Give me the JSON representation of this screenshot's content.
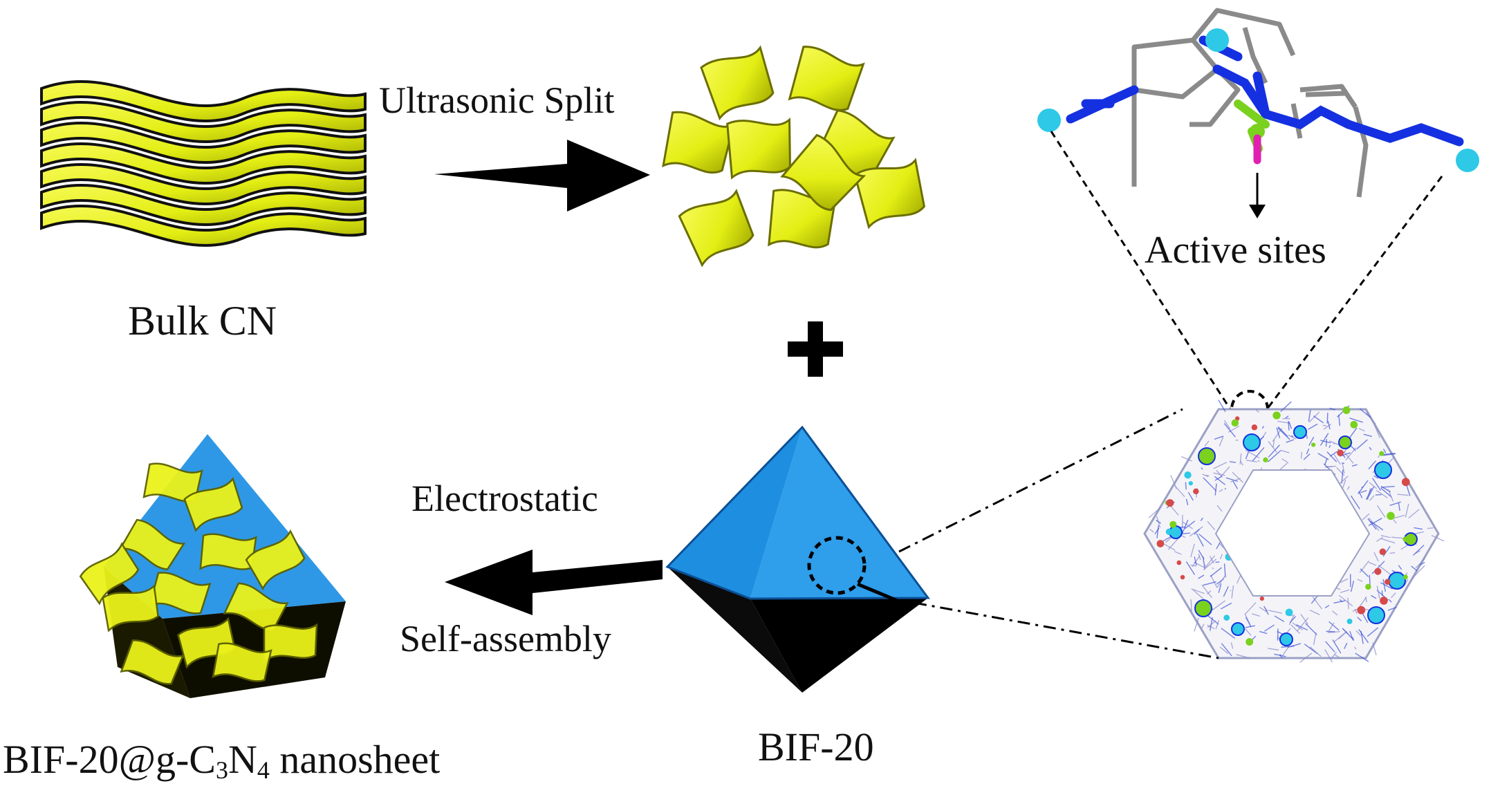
{
  "labels": {
    "bulk": "Bulk CN",
    "ultrasonic": "Ultrasonic Split",
    "active": "Active sites",
    "electro": "Electrostatic",
    "selfassembly": "Self-assembly",
    "bif20": "BIF-20",
    "composite": {
      "pre": "BIF-20@g-C",
      "sub1": "3",
      "mid": "N",
      "sub2": "4",
      "post": " nanosheet"
    }
  },
  "colors": {
    "sheet_yellow": "#EAF21A",
    "sheet_dark": "#1a1a00",
    "octa_blue": "#1E8FE0",
    "octa_blue_dark": "#1565B8",
    "arrow": "#000000",
    "atom_cyan": "#2EC9E6",
    "atom_blue": "#1530E0",
    "atom_green": "#7AD11E",
    "atom_magenta": "#E020B0",
    "bond_gray": "#8A8A8A"
  },
  "icons": {
    "plus": "plus-icon",
    "arrow_right": "arrow-right-icon",
    "arrow_left": "arrow-left-icon",
    "magnifier": "magnifier-icon"
  }
}
